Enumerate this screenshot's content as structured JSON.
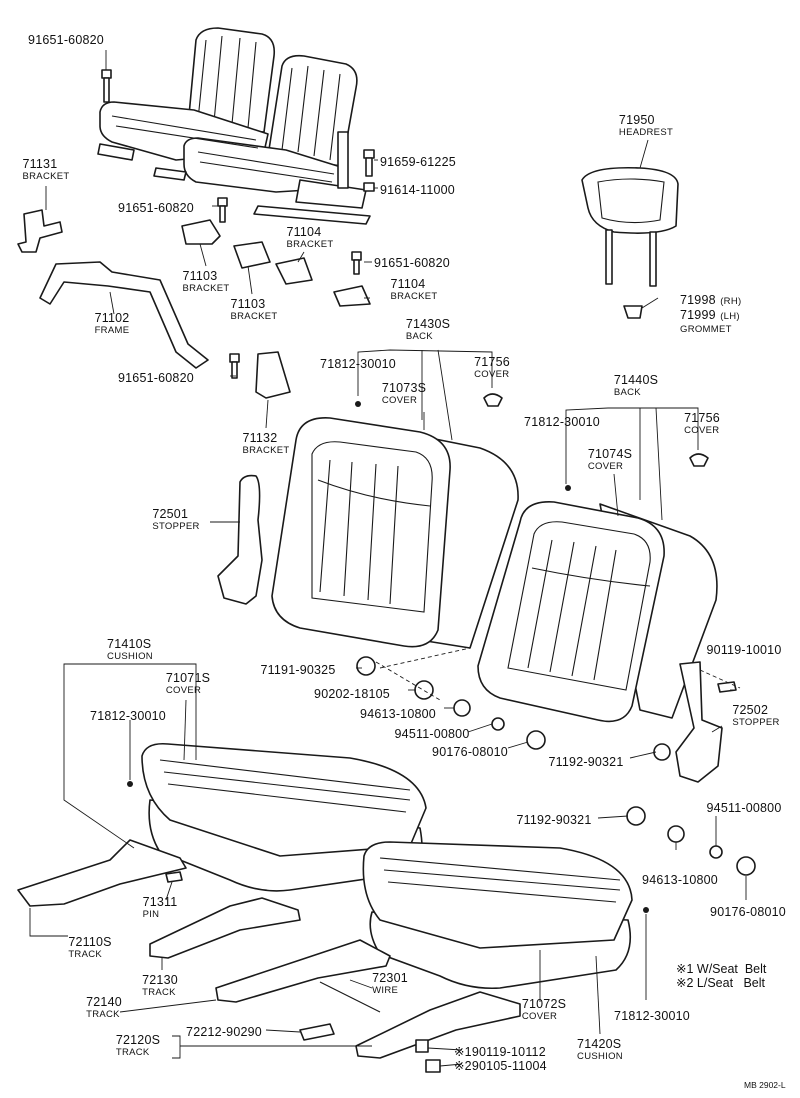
{
  "labels": {
    "p91651_top": {
      "num": "91651-60820"
    },
    "p71131": {
      "num": "71131",
      "sub": "BRACKET"
    },
    "p91651_mid": {
      "num": "91651-60820"
    },
    "p71103_a": {
      "num": "71103",
      "sub": "BRACKET"
    },
    "p71104_a": {
      "num": "71104",
      "sub": "BRACKET"
    },
    "p71103_b": {
      "num": "71103",
      "sub": "BRACKET"
    },
    "p71104_b": {
      "num": "71104",
      "sub": "BRACKET"
    },
    "p91651_right": {
      "num": "91651-60820"
    },
    "p71102": {
      "num": "71102",
      "sub": "FRAME"
    },
    "p91659": {
      "num": "91659-61225"
    },
    "p91614": {
      "num": "91614-11000"
    },
    "p71950": {
      "num": "71950",
      "sub": "HEADREST"
    },
    "p71998": {
      "num": "71998",
      "suffix": "(RH)"
    },
    "p71999": {
      "num": "71999",
      "suffix": "(LH)",
      "sub": "GROMMET"
    },
    "p91651_low": {
      "num": "91651-60820"
    },
    "p71132": {
      "num": "71132",
      "sub": "BRACKET"
    },
    "p71430S": {
      "num": "71430S",
      "sub": "BACK"
    },
    "p71812_a": {
      "num": "71812-30010"
    },
    "p71073S": {
      "num": "71073S",
      "sub": "COVER"
    },
    "p71756_a": {
      "num": "71756",
      "sub": "COVER"
    },
    "p71440S": {
      "num": "71440S",
      "sub": "BACK"
    },
    "p71812_b": {
      "num": "71812-30010"
    },
    "p71074S": {
      "num": "71074S",
      "sub": "COVER"
    },
    "p71756_b": {
      "num": "71756",
      "sub": "COVER"
    },
    "p72501": {
      "num": "72501",
      "sub": "STOPPER"
    },
    "p71410S": {
      "num": "71410S",
      "sub": "CUSHION"
    },
    "p71071S": {
      "num": "71071S",
      "sub": "COVER"
    },
    "p71812_c": {
      "num": "71812-30010"
    },
    "p71191": {
      "num": "71191-90325"
    },
    "p90202": {
      "num": "90202-18105"
    },
    "p94613_a": {
      "num": "94613-10800"
    },
    "p94511_a": {
      "num": "94511-00800"
    },
    "p90176_a": {
      "num": "90176-08010"
    },
    "p71192_a": {
      "num": "71192-90321"
    },
    "p90119": {
      "num": "90119-10010"
    },
    "p72502": {
      "num": "72502",
      "sub": "STOPPER"
    },
    "p71192_b": {
      "num": "71192-90321"
    },
    "p94511_b": {
      "num": "94511-00800"
    },
    "p94613_b": {
      "num": "94613-10800"
    },
    "p90176_b": {
      "num": "90176-08010"
    },
    "p71311": {
      "num": "71311",
      "sub": "PIN"
    },
    "p72110S": {
      "num": "72110S",
      "sub": "TRACK"
    },
    "p72130": {
      "num": "72130",
      "sub": "TRACK"
    },
    "p72140": {
      "num": "72140",
      "sub": "TRACK"
    },
    "p72301": {
      "num": "72301",
      "sub": "WIRE"
    },
    "p72120S": {
      "num": "72120S",
      "sub": "TRACK"
    },
    "p72212": {
      "num": "72212-90290"
    },
    "p90119_s1": {
      "num": "※190119-10112"
    },
    "p90105_s2": {
      "num": "※290105-11004"
    },
    "p71072S": {
      "num": "71072S",
      "sub": "COVER"
    },
    "p71420S": {
      "num": "71420S",
      "sub": "CUSHION"
    },
    "p71812_d": {
      "num": "71812-30010"
    }
  },
  "legend": {
    "line1": "※1 W/Seat  Belt",
    "line2": "※2 L/Seat   Belt"
  },
  "footer_code": "MB  2902-L",
  "colors": {
    "ink": "#1a1a1a",
    "paper": "#ffffff"
  }
}
